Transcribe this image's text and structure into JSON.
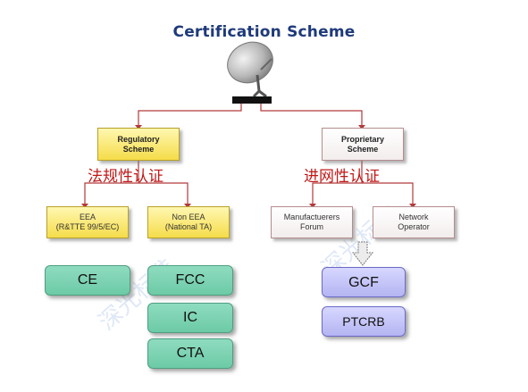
{
  "title": "Certification Scheme",
  "top": {
    "regulatory": [
      "Regulatory",
      "Scheme"
    ],
    "proprietary": [
      "Proprietary",
      "Scheme"
    ]
  },
  "cn_labels": {
    "regulatory": "法规性认证",
    "proprietary": "进网性认证"
  },
  "mid": {
    "eea": [
      "EEA",
      "(R&TTE 99/5/EC)"
    ],
    "non_eea": [
      "Non EEA",
      "(National TA)"
    ],
    "manufacturers": [
      "Manufactuerers",
      "Forum"
    ],
    "network": [
      "Network",
      "Operator"
    ]
  },
  "certs": {
    "ce": "CE",
    "fcc": "FCC",
    "ic": "IC",
    "cta": "CTA",
    "gcf": "GCF",
    "ptcrb": "PTCRB"
  },
  "watermark": "深光标准",
  "colors": {
    "line": "#b23a3a",
    "title": "#1f3a7a",
    "cn_text": "#c01818",
    "green_box": "#7ad3b3",
    "purple_box": "#c4c4f7",
    "yellow_box": "#f5dc4a"
  }
}
